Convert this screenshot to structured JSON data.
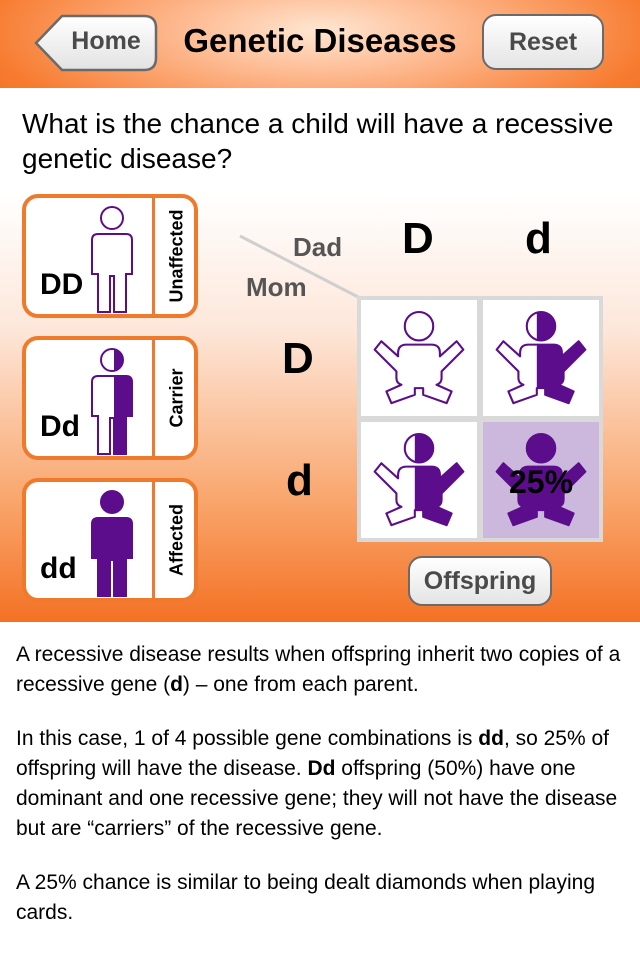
{
  "header": {
    "title": "Genetic Diseases",
    "home_label": "Home",
    "reset_label": "Reset"
  },
  "question": "What is the chance a child will have a recessive genetic disease?",
  "parent_cards": [
    {
      "genotype": "DD",
      "status": "Unaffected",
      "icon": "person-outline-icon"
    },
    {
      "genotype": "Dd",
      "status": "Carrier",
      "icon": "person-half-filled-icon"
    },
    {
      "genotype": "dd",
      "status": "Affected",
      "icon": "person-filled-icon"
    }
  ],
  "punnett": {
    "dad_label": "Dad",
    "mom_label": "Mom",
    "dad_alleles": [
      "D",
      "d"
    ],
    "mom_alleles": [
      "D",
      "d"
    ],
    "highlight_percent": "25%",
    "offspring_label": "Offspring"
  },
  "explanation": {
    "p1_a": "A recessive disease results when offspring inherit two copies of a recessive gene (",
    "p1_b": "d",
    "p1_c": ") – one from each parent.",
    "p2_a": "In this case, 1 of 4 possible gene combinations is ",
    "p2_b": "dd",
    "p2_c": ", so 25% of offspring will have the disease. ",
    "p2_d": "Dd",
    "p2_e": " offspring (50%) have one dominant and one recessive gene; they will not have the disease but are “carriers” of the recessive gene.",
    "p3": "A 25% chance is similar to being dealt diamonds when playing cards."
  },
  "colors": {
    "accent_orange": "#f07a2c",
    "purple": "#5b0d8c",
    "highlight": "#cbb8dc"
  }
}
